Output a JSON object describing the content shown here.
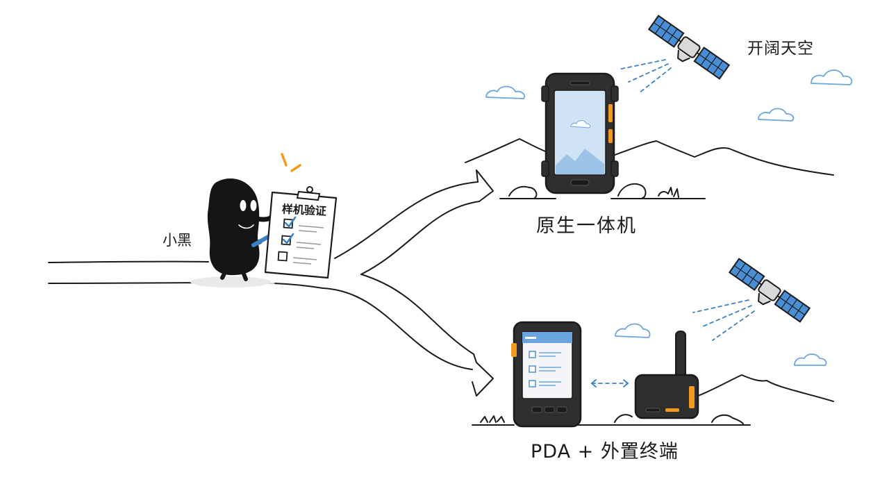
{
  "labels": {
    "character": "小黑",
    "clipboard_title": "样机验证",
    "option_top": "原生一体机",
    "option_bottom": "PDA + 外置终端",
    "sky": "开阔天空"
  },
  "icons": {
    "character": "bean-character-icon",
    "clipboard": "checklist-clipboard-icon",
    "satellite": "satellite-icon",
    "rugged_phone": "rugged-phone-icon",
    "pda": "pda-device-icon",
    "terminal": "external-terminal-icon",
    "cloud": "cloud-icon",
    "mountain": "mountain-icon"
  },
  "colors": {
    "ink": "#1a1a1a",
    "accent_orange": "#f39a1e",
    "accent_blue": "#3b82c4",
    "screen_blue": "#cfe3f5",
    "cloud_blue": "#6aa6dd",
    "device_body": "#2f2f2f"
  }
}
